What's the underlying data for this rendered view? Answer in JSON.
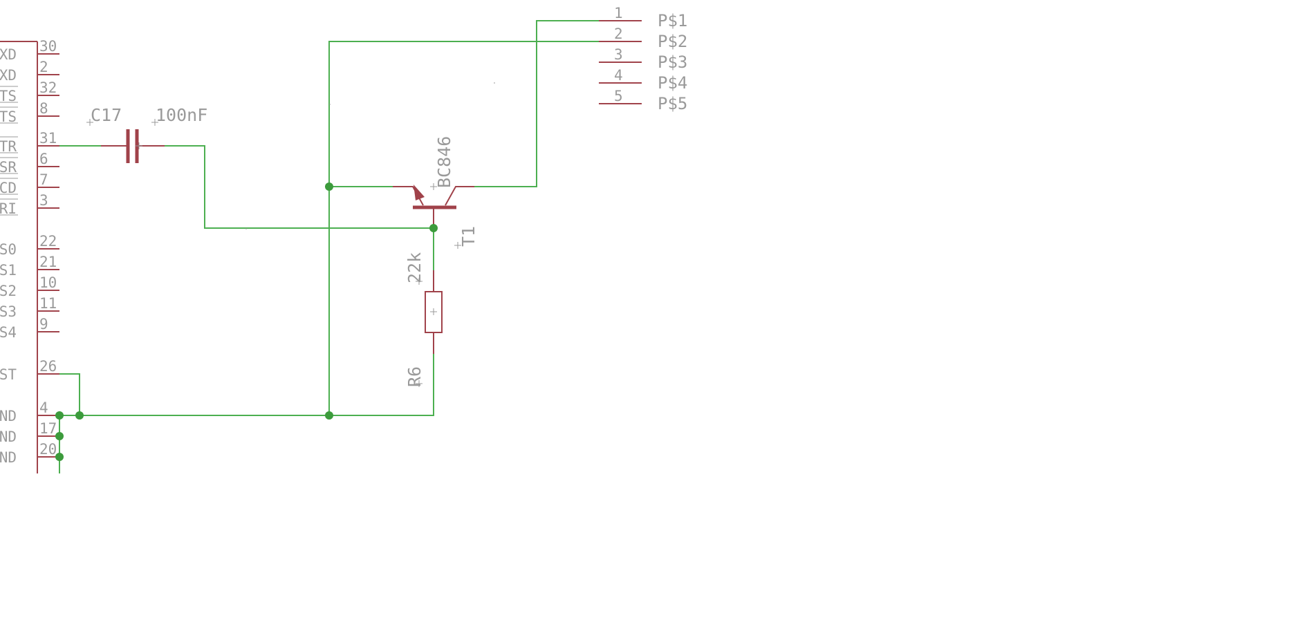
{
  "ic": {
    "pins": [
      {
        "number": "30",
        "name": "XD",
        "overline": false
      },
      {
        "number": "2",
        "name": "XD",
        "overline": false
      },
      {
        "number": "32",
        "name": "TS",
        "overline": true
      },
      {
        "number": "8",
        "name": "TS",
        "overline": true
      },
      {
        "number": "31",
        "name": "TR",
        "overline": true
      },
      {
        "number": "6",
        "name": "SR",
        "overline": true
      },
      {
        "number": "7",
        "name": "CD",
        "overline": true
      },
      {
        "number": "3",
        "name": "RI",
        "overline": true
      },
      {
        "number": "22",
        "name": "S0",
        "overline": false
      },
      {
        "number": "21",
        "name": "S1",
        "overline": false
      },
      {
        "number": "10",
        "name": "S2",
        "overline": false
      },
      {
        "number": "11",
        "name": "S3",
        "overline": false
      },
      {
        "number": "9",
        "name": "S4",
        "overline": false
      },
      {
        "number": "26",
        "name": "ST",
        "overline": false
      },
      {
        "number": "4",
        "name": "ND",
        "overline": false
      },
      {
        "number": "17",
        "name": "ND",
        "overline": false
      },
      {
        "number": "20",
        "name": "ND",
        "overline": false
      }
    ]
  },
  "capacitor": {
    "name": "C17",
    "value": "100nF"
  },
  "transistor": {
    "name": "T1",
    "value": "BC846"
  },
  "resistor": {
    "name": "R6",
    "value": "22k"
  },
  "header": {
    "pins": [
      {
        "number": "1",
        "name": "P$1"
      },
      {
        "number": "2",
        "name": "P$2"
      },
      {
        "number": "3",
        "name": "P$3"
      },
      {
        "number": "4",
        "name": "P$4"
      },
      {
        "number": "5",
        "name": "P$5"
      }
    ]
  },
  "colors": {
    "wire": "#4caf50",
    "symbol": "#a0424a",
    "junction": "#3c9b3c",
    "label": "#9a9a9a",
    "background": "#ffffff"
  }
}
